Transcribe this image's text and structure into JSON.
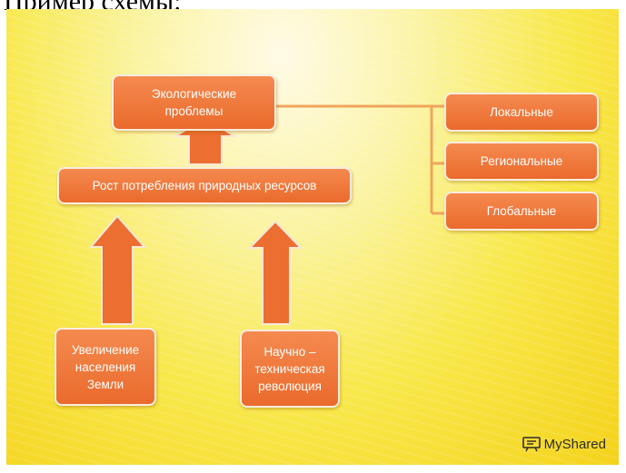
{
  "heading": "Пример схемы:",
  "diagram": {
    "top": "Экологические\nпроблемы",
    "middle": "Рост потребления природных ресурсов",
    "cause_left": "Увеличение\nнаселения\nЗемли",
    "cause_right": "Научно –\nтехническая\nреволюция",
    "levels": [
      "Локальные",
      "Региональные",
      "Глобальные"
    ]
  },
  "watermark": "MyShared",
  "colors": {
    "box": "#ef7433",
    "connector": "#f0a45c",
    "background": "#f8e84b"
  }
}
